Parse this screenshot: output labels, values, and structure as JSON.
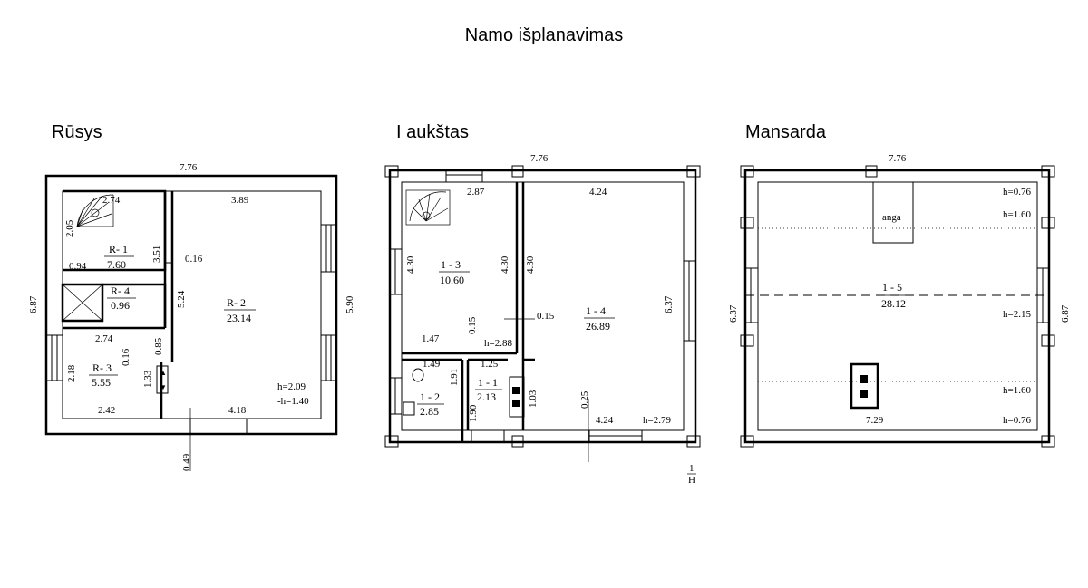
{
  "page": {
    "title": "Namo išplanavimas"
  },
  "plans": {
    "basement": {
      "title": "Rūsys",
      "dims": {
        "top_width": "7.76",
        "left_height": "6.87",
        "right_height": "5.90",
        "r1_width": "2.74",
        "r1_height": "2.05",
        "r1_bottom": "0.94",
        "r2_width": "3.89",
        "wall_width": "0.16",
        "r2_height_a": "3.51",
        "r2_height_b": "5.24",
        "r3_width_top": "2.74",
        "r3_width_bottom": "2.42",
        "r3_height": "2.18",
        "r3_wall": "0.16",
        "r3_wall_b": "0.85",
        "r3_door": "1.33",
        "r2_bottom": "4.18",
        "door_offset": "0.49",
        "h": "h=2.09",
        "h_neg": "-h=1.40"
      },
      "rooms": [
        {
          "id": "R- 1",
          "area": "7.60"
        },
        {
          "id": "R- 2",
          "area": "23.14"
        },
        {
          "id": "R- 3",
          "area": "5.55"
        },
        {
          "id": "R- 4",
          "area": "0.96"
        }
      ]
    },
    "first_floor": {
      "title": "I aukštas",
      "dims": {
        "top_width": "7.76",
        "r13_width": "2.87",
        "r14_width": "4.24",
        "r13_height": "4.30",
        "r13_height_b": "4.30",
        "r14_height_l": "4.30",
        "r14_height": "6.37",
        "wall_a": "0.15",
        "wall_b": "0.15",
        "r13_bottom": "1.47",
        "h_stair": "h=2.88",
        "r12_width": "1.49",
        "r11_width": "1.25",
        "r11_height": "1.91",
        "r11_height_b": "1.90",
        "chimney": "1.03",
        "wall_c": "0.25",
        "r14_bottom": "4.24",
        "h": "h=2.79",
        "footnote_top": "1",
        "footnote_bottom": "H"
      },
      "rooms": [
        {
          "id": "1 - 3",
          "area": "10.60"
        },
        {
          "id": "1 - 4",
          "area": "26.89"
        },
        {
          "id": "1 - 2",
          "area": "2.85"
        },
        {
          "id": "1 - 1",
          "area": "2.13"
        }
      ]
    },
    "attic": {
      "title": "Mansarda",
      "dims": {
        "top_width": "7.76",
        "left_height": "6.37",
        "right_height": "6.87",
        "bottom_width": "7.29",
        "opening": "anga",
        "h1": "h=0.76",
        "h2": "h=1.60",
        "h3": "h=2.15",
        "h4": "h=1.60",
        "h5": "h=0.76"
      },
      "rooms": [
        {
          "id": "1 - 5",
          "area": "28.12"
        }
      ]
    }
  }
}
